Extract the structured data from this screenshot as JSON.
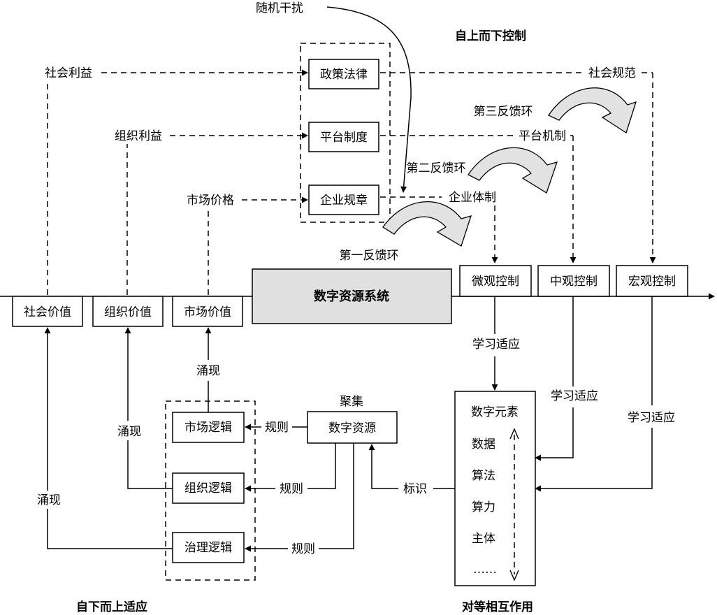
{
  "disturbance": "随机干扰",
  "top_down_title": "自上而下控制",
  "bottom_up_title": "自下而上适应",
  "peer_title": "对等相互作用",
  "interests": {
    "social": "社会利益",
    "org": "组织利益",
    "market": "市场价格"
  },
  "institutions": {
    "policy": "政策法律",
    "platform": "平台制度",
    "enterprise": "企业规章"
  },
  "mechanisms": {
    "social_norms": "社会规范",
    "platform_mech": "平台机制",
    "enterprise_sys": "企业体制"
  },
  "feedback": {
    "third": "第三反馈环",
    "second": "第二反馈环",
    "first": "第一反馈环"
  },
  "system": "数字资源系统",
  "controls": {
    "micro": "微观控制",
    "meso": "中观控制",
    "macro": "宏观控制"
  },
  "values": {
    "social": "社会价值",
    "org": "组织价值",
    "market": "市场价值"
  },
  "learn_adapt": "学习适应",
  "emergence": "涌现",
  "aggregation": "聚集",
  "digital_resource": "数字资源",
  "logics": {
    "market": "市场逻辑",
    "org": "组织逻辑",
    "gov": "治理逻辑"
  },
  "rule": "规则",
  "identify": "标识",
  "elements": {
    "title": "数字元素",
    "items": [
      "数据",
      "算法",
      "算力",
      "主体",
      "……"
    ]
  }
}
